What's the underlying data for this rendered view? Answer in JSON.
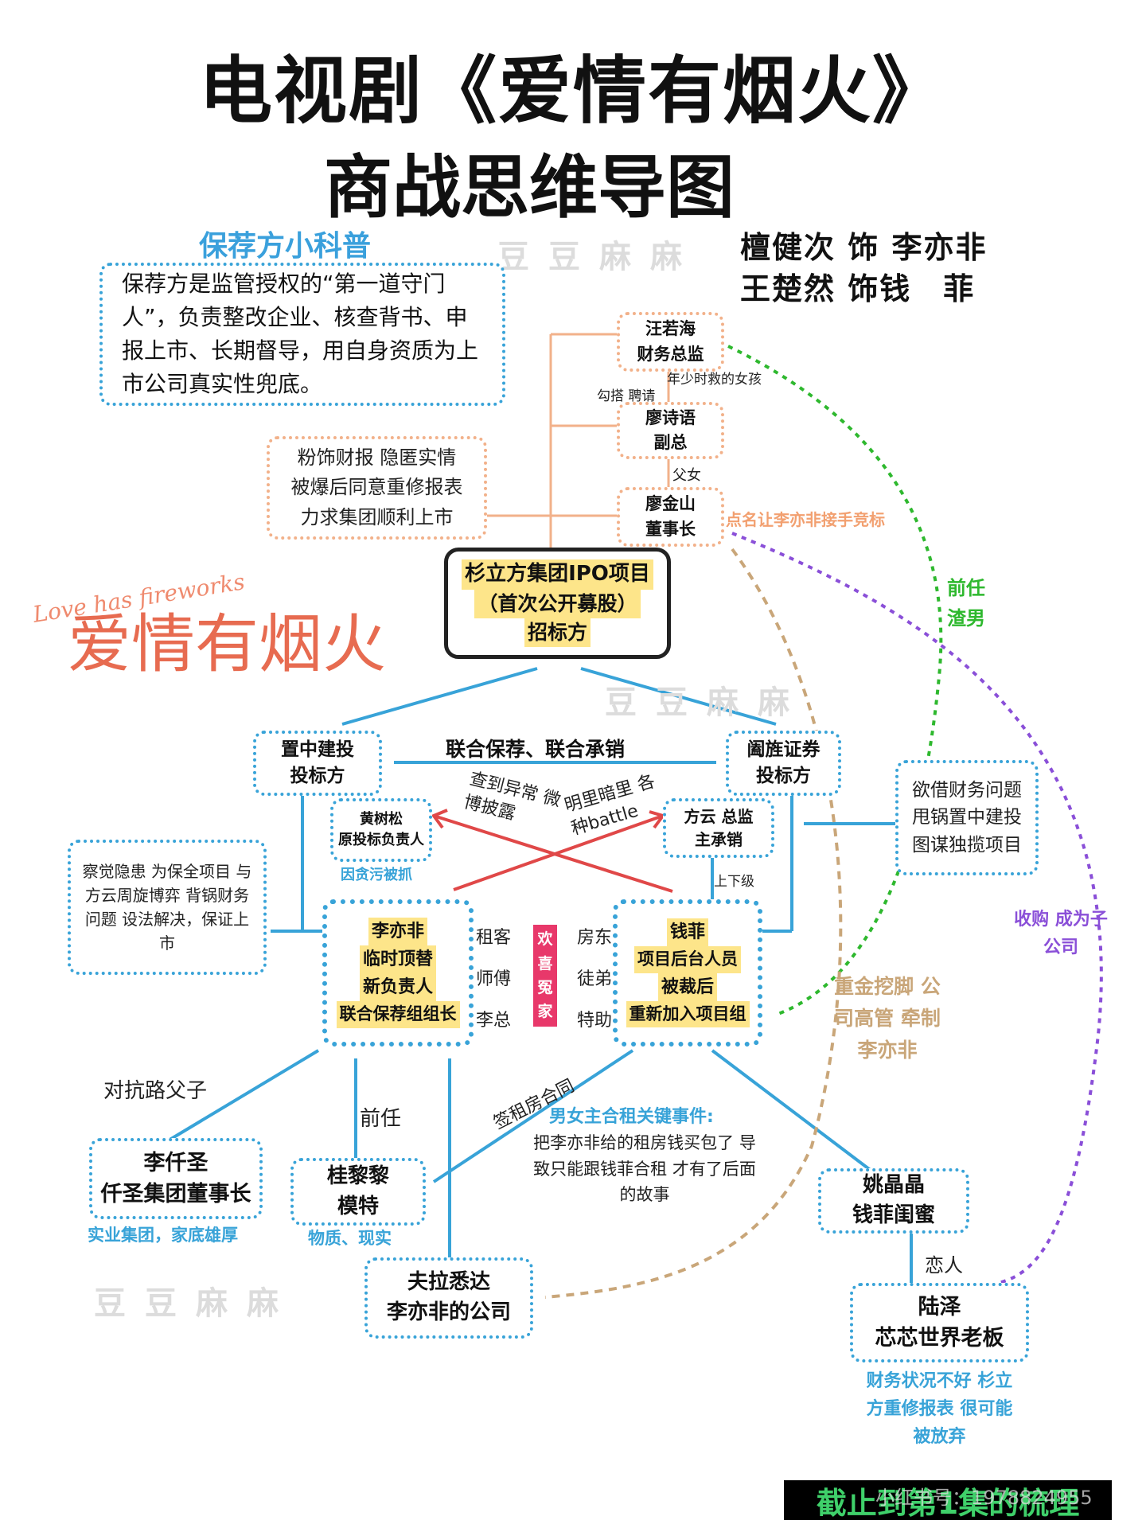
{
  "title": {
    "line1": "电视剧《爱情有烟火》",
    "line2": "商战思维导图"
  },
  "cast": {
    "line1": "檀健次 饰 李亦非",
    "line2": "王楚然 饰钱　菲"
  },
  "explainer": {
    "heading": "保荐方小科普",
    "body": "保荐方是监管授权的“第一道守门人”，负责整改企业、核查背书、申报上市、长期督导，用自身资质为上市公司真实性兜底。"
  },
  "logo": {
    "cn": "爱情有烟火",
    "en": "Love has fireworks"
  },
  "watermark": "豆豆麻麻",
  "nodes": {
    "wang": {
      "l1": "汪若海",
      "l2": "财务总监"
    },
    "liao_sy": {
      "l1": "廖诗语",
      "l2": "副总"
    },
    "liao_js": {
      "l1": "廖金山",
      "l2": "董事长"
    },
    "center": {
      "l1": "杉立方集团IPO项目",
      "l2": "（首次公开募股）",
      "l3": "招标方"
    },
    "zhizhong": {
      "l1": "置中建投",
      "l2": "投标方"
    },
    "chuanqi": {
      "l1": "阖旌证券",
      "l2": "投标方"
    },
    "huang": {
      "l1": "黄树松",
      "l2": "原投标负责人"
    },
    "fangyun": {
      "l1": "方云 总监",
      "l2": "主承销"
    },
    "liyifei": {
      "l1": "李亦非",
      "l2": "临时顶替",
      "l3": "新负责人",
      "l4": "联合保荐组组长"
    },
    "qianfei": {
      "l1": "钱菲",
      "l2": "项目后台人员",
      "l3": "被裁后",
      "l4": "重新加入项目组"
    },
    "liqiansheng": {
      "l1": "李仟圣",
      "l2": "仟圣集团董事长"
    },
    "guilili": {
      "l1": "桂黎黎",
      "l2": "模特"
    },
    "fula": {
      "l1": "夫拉悉达",
      "l2": "李亦非的公司"
    },
    "yaojingjing": {
      "l1": "姚晶晶",
      "l2": "钱菲闺蜜"
    },
    "luze": {
      "l1": "陆泽",
      "l2": "芯芯世界老板"
    }
  },
  "notes": {
    "liao_js_note": "粉饰财报 隐匿实情 被爆后同意重修报表 力求集团顺利上市",
    "zhizhong_note": "察觉隐患 为保全项目 与方云周旋博弈 背锅财务问题 设法解决，保证上市",
    "chuanqi_note": "欲借财务问题 甩锅置中建投 图谋独揽项目",
    "event_title": "男女主合租关键事件:",
    "event_body": "把李亦非给的租房钱买包了 导致只能跟钱菲合租 才有了后面的故事"
  },
  "captions": {
    "young_girl": "年少时救的女孩",
    "gouda": "勾搭 聘请",
    "fuun": "父女",
    "dianming": "点名让李亦非接手竞标",
    "qianren_zhanan": "前任 渣男",
    "lianhe": "联合保荐、联合承销",
    "chadao": "查到异常 微博披露",
    "mingli": "明里暗里 各种battle",
    "tanwu": "因贪污被抓",
    "shangxia": "上下级",
    "zuke": "租客",
    "shifu": "师傅",
    "lizong": "李总",
    "fangdong": "房东",
    "tudi": "徒弟",
    "tezhu": "特助",
    "huanxi": "欢喜冤家",
    "duikang": "对抗路父子",
    "qianren": "前任",
    "qianzu": "签租房合同",
    "shiye": "实业集团，家底雄厚",
    "wuzhi": "物质、现实",
    "lianren": "恋人",
    "chonggao": "重金挖脚 公司高管 牵制李亦非",
    "shougou": "收购 成为子公司",
    "luze_note": "财务状况不好 杉立方重修报表 很可能被放弃"
  },
  "footer": "截止到第1集的梳理",
  "footer_credit": "小红书号：1978824955",
  "colors": {
    "blue": "#38a3d8",
    "orange": "#f2b18a",
    "red": "#e04848",
    "green": "#2eb82e",
    "purple": "#8a4fd8",
    "tan": "#c9a679"
  }
}
